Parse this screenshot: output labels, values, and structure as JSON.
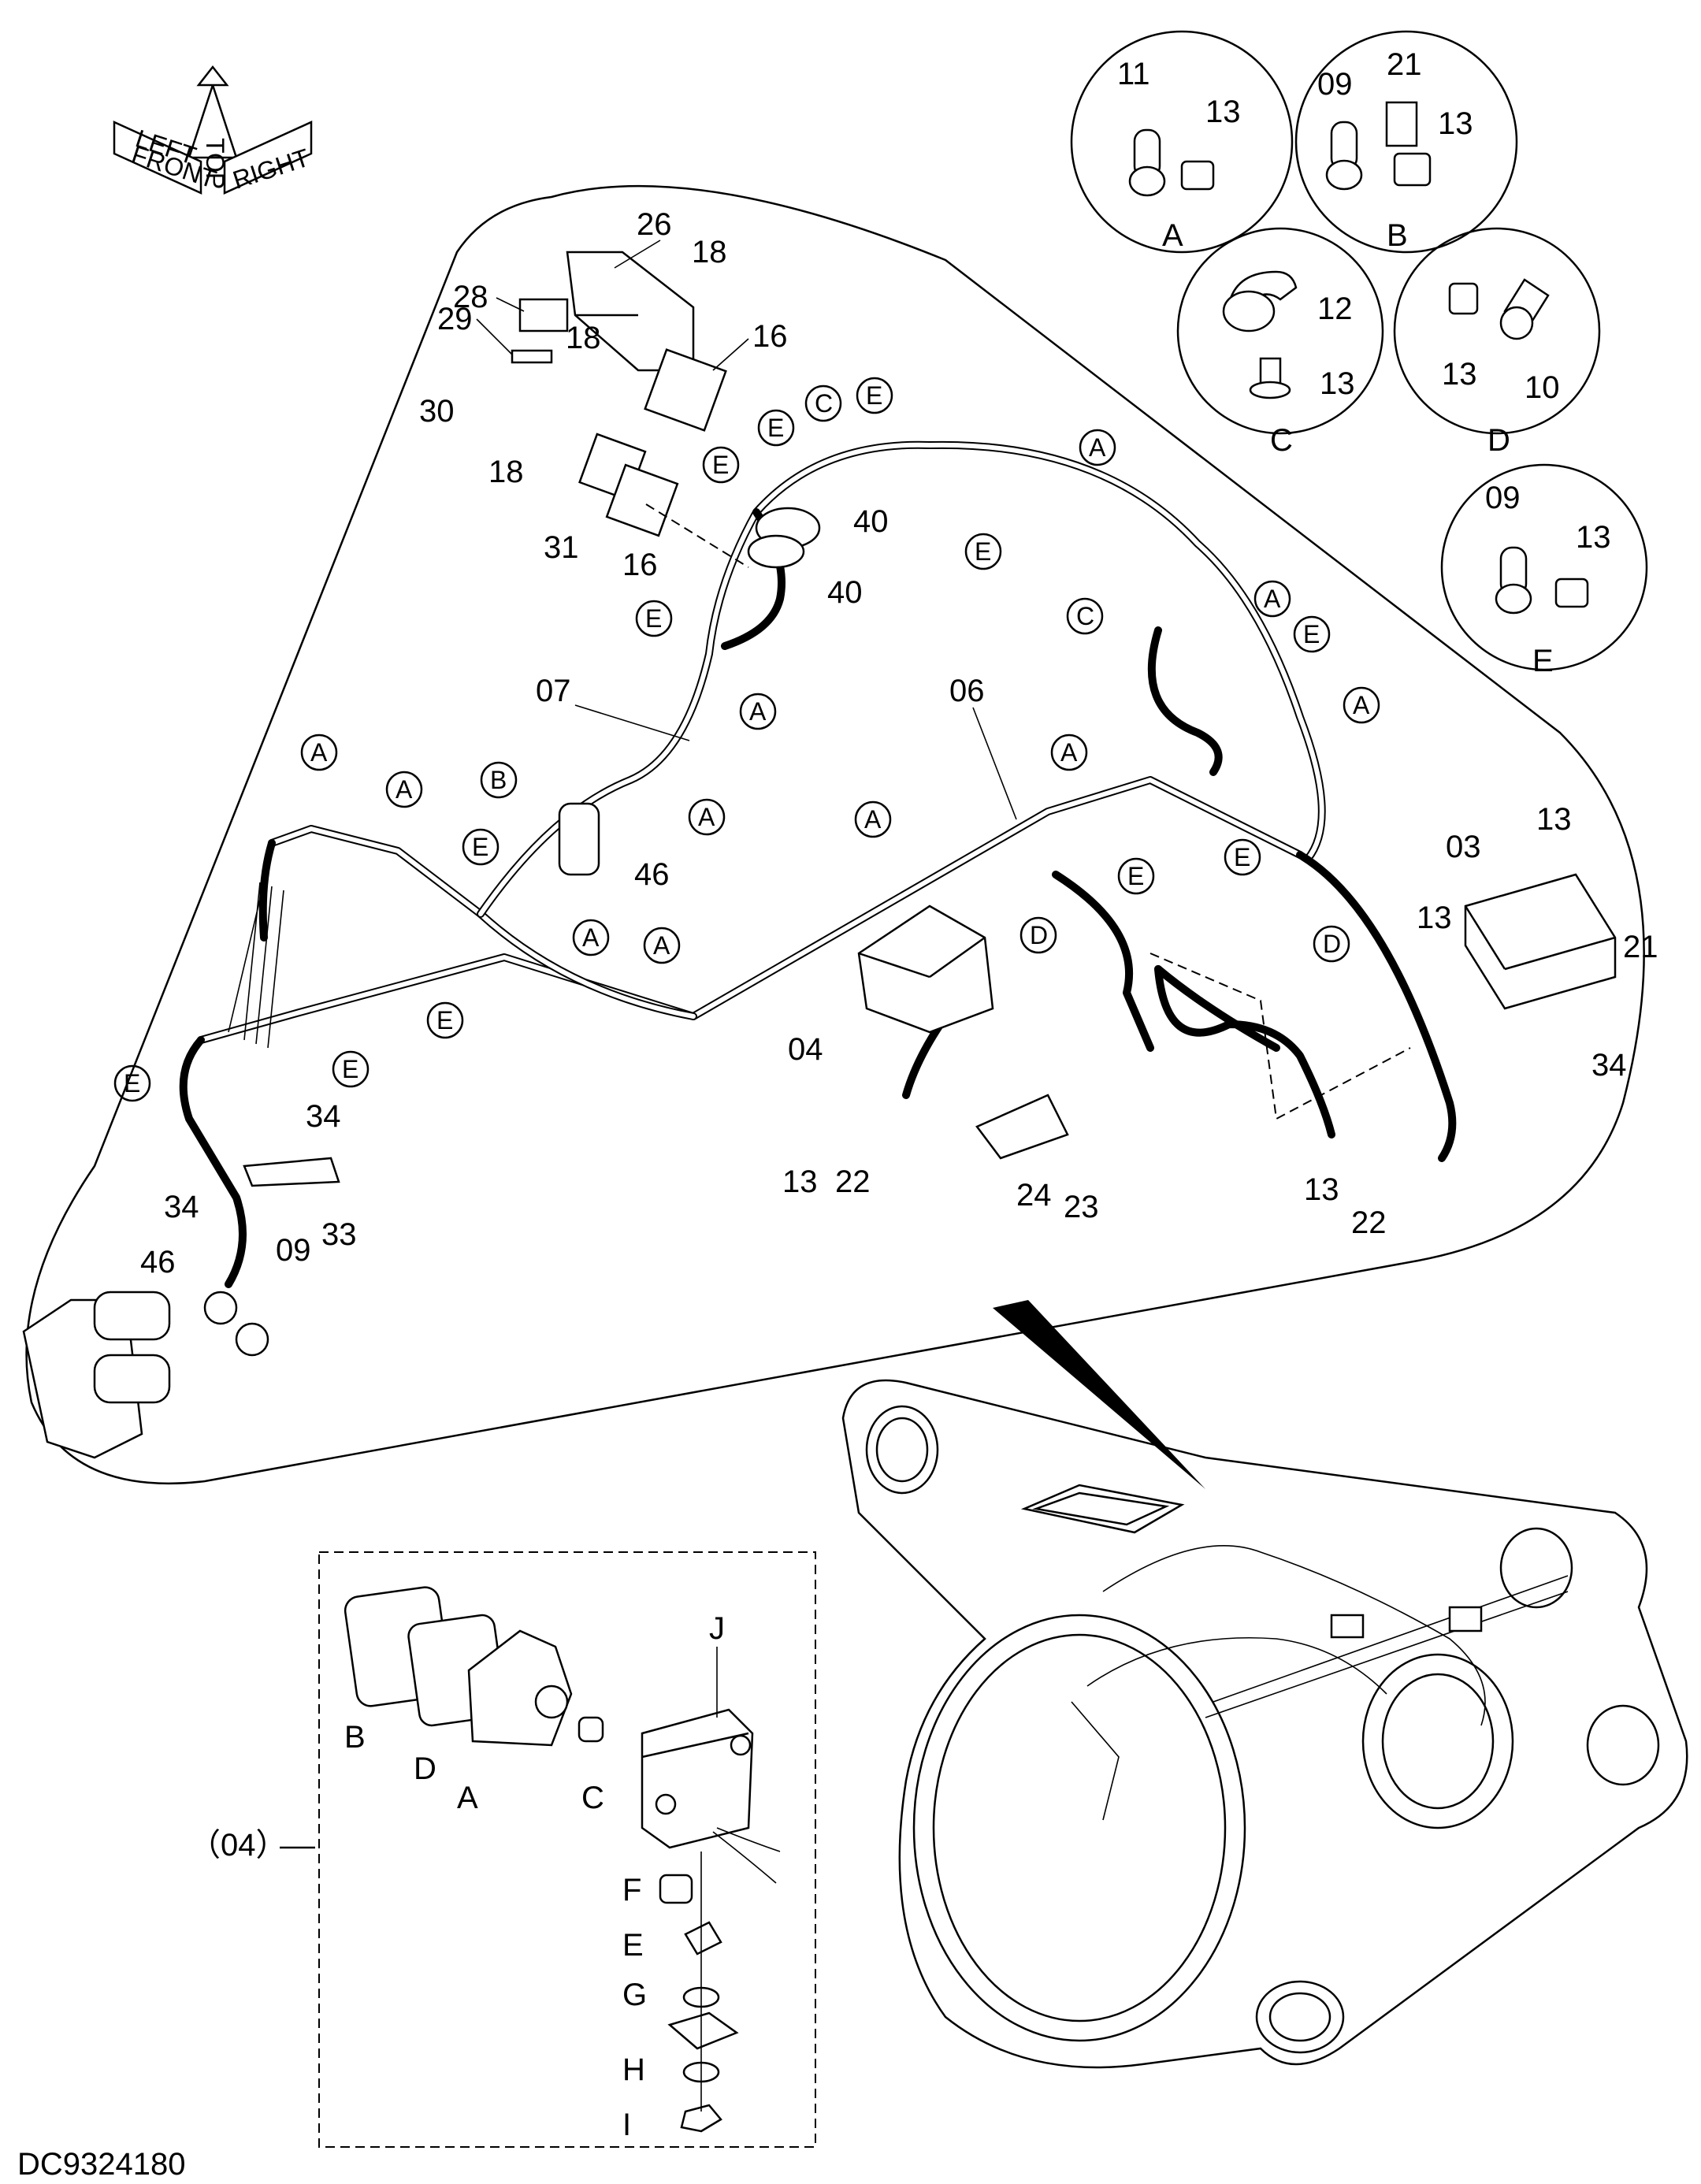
{
  "drawing_code": "DC9324180",
  "orientation": {
    "top": "TOP",
    "front": "FRONT",
    "right": "RIGHT",
    "left": "LEFT"
  },
  "details": [
    {
      "letter": "A",
      "parts": [
        "11",
        "13"
      ]
    },
    {
      "letter": "B",
      "parts": [
        "09",
        "21",
        "13"
      ]
    },
    {
      "letter": "C",
      "parts": [
        "12",
        "13"
      ]
    },
    {
      "letter": "D",
      "parts": [
        "13",
        "10"
      ]
    },
    {
      "letter": "E",
      "parts": [
        "09",
        "13"
      ]
    }
  ],
  "part_numbers": [
    "03",
    "04",
    "06",
    "07",
    "09",
    "13",
    "16",
    "18",
    "21",
    "22",
    "23",
    "24",
    "26",
    "28",
    "29",
    "30",
    "31",
    "33",
    "34",
    "40",
    "46"
  ],
  "clamp_callouts": [
    "A",
    "B",
    "C",
    "D",
    "E"
  ],
  "lamp_assembly": {
    "ref": "（04）",
    "parts": [
      "B",
      "D",
      "A",
      "C",
      "J",
      "F",
      "E",
      "G",
      "H",
      "I"
    ]
  }
}
